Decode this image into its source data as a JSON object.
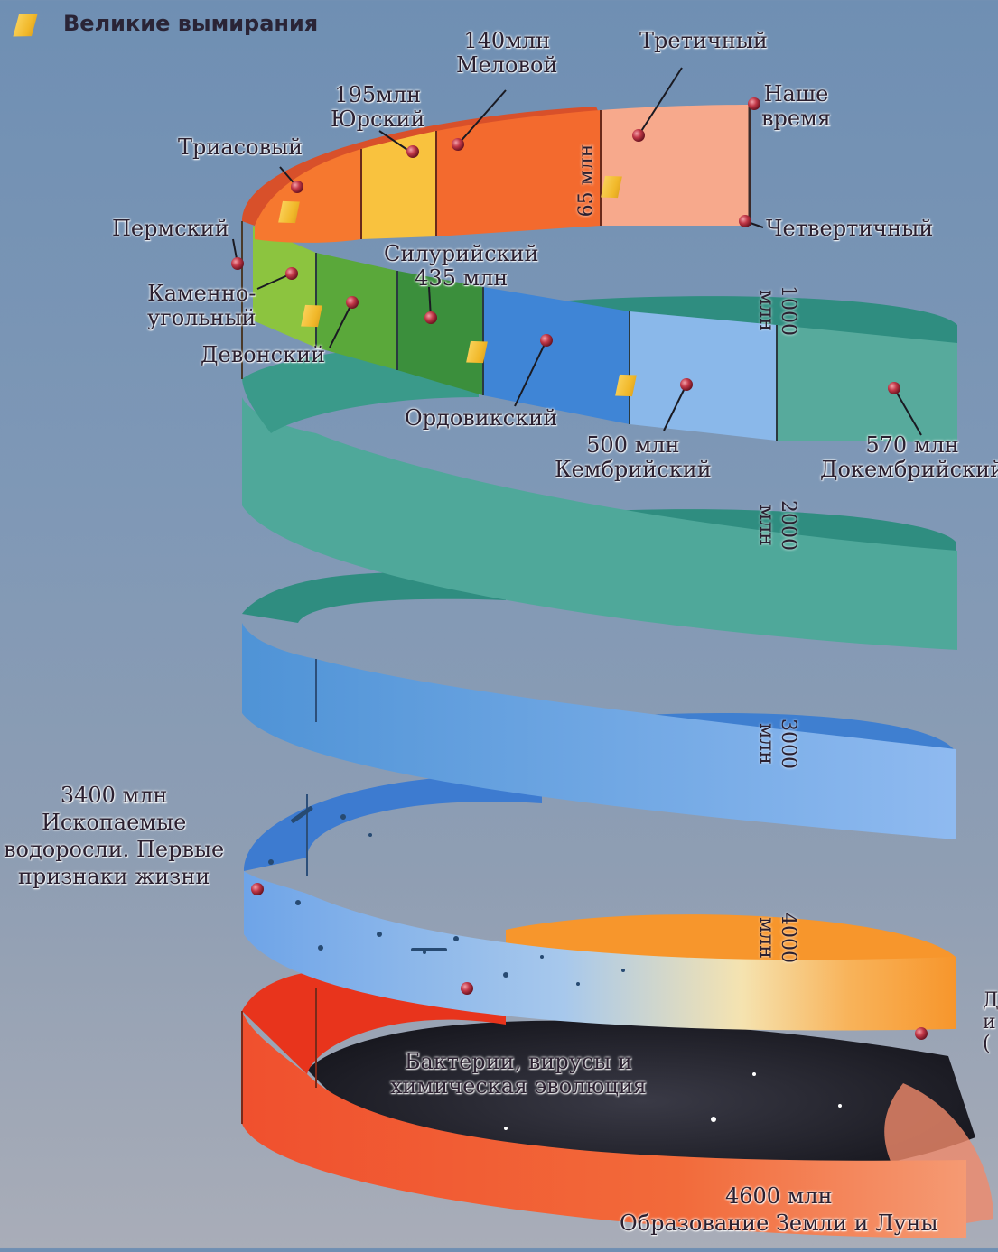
{
  "legend": {
    "label": "Великие вымирания",
    "icon": "diamond-icon",
    "color": "#f1b82a"
  },
  "labels": {
    "cretaceous": {
      "age": "140млн",
      "name": "Меловой"
    },
    "tertiary": "Третичный",
    "now": {
      "line1": "Наше",
      "line2": "время"
    },
    "jurassic": {
      "age": "195млн",
      "name": "Юрский"
    },
    "triassic": "Триасовый",
    "quaternary": "Четвертичный",
    "permian": "Пермский",
    "silurian": {
      "name": "Силурийский",
      "age": "435 млн"
    },
    "carboniferous": {
      "line1": "Каменно-",
      "line2": "угольный"
    },
    "devonian": "Девонский",
    "ordovician": "Ордовикский",
    "cambrian": {
      "age": "500 млн",
      "name": "Кембрийский"
    },
    "precambrian": {
      "age": "570 млн",
      "name": "Докембрийский"
    },
    "m65": "65 млн",
    "m1000": {
      "line1": "1000",
      "line2": "млн"
    },
    "m2000": {
      "line1": "2000",
      "line2": "млн"
    },
    "m3000": {
      "line1": "3000",
      "line2": "млн"
    },
    "m4000": {
      "line1": "4000",
      "line2": "млн"
    },
    "life": {
      "line1": "3400 млн",
      "line2": "Ископаемые",
      "line3": "водоросли. Первые",
      "line4": "признаки жизни"
    },
    "bacteria": {
      "line1": "Бактерии, вирусы и",
      "line2": "химическая эволюция"
    },
    "earth": {
      "age": "4600 млн",
      "name": "Образование Земли и Луны"
    },
    "cut": {
      "line1": "Д",
      "line2": "и",
      "line3": "("
    }
  },
  "colors": {
    "teal": "#3f9a8c",
    "blue": "#4e8fd6",
    "lightblue": "#85b5ea",
    "orange": "#f7952e",
    "red": "#f04a2c",
    "green": "#6fb33a",
    "marker": "#b53040"
  }
}
